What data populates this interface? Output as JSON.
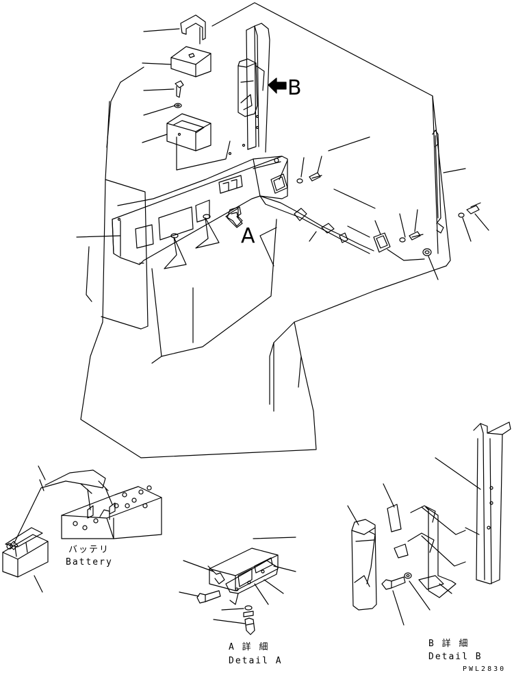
{
  "labels": {
    "arrow_b": "B",
    "arrow_a": "A",
    "battery_jp": "バッテリ",
    "battery_en": "Battery",
    "detail_a_jp": "A 詳 細",
    "detail_a_en": "Detail A",
    "detail_b_jp": "B 詳 細",
    "detail_b_en": "Detail B",
    "drawing_code": "PWL2830"
  }
}
